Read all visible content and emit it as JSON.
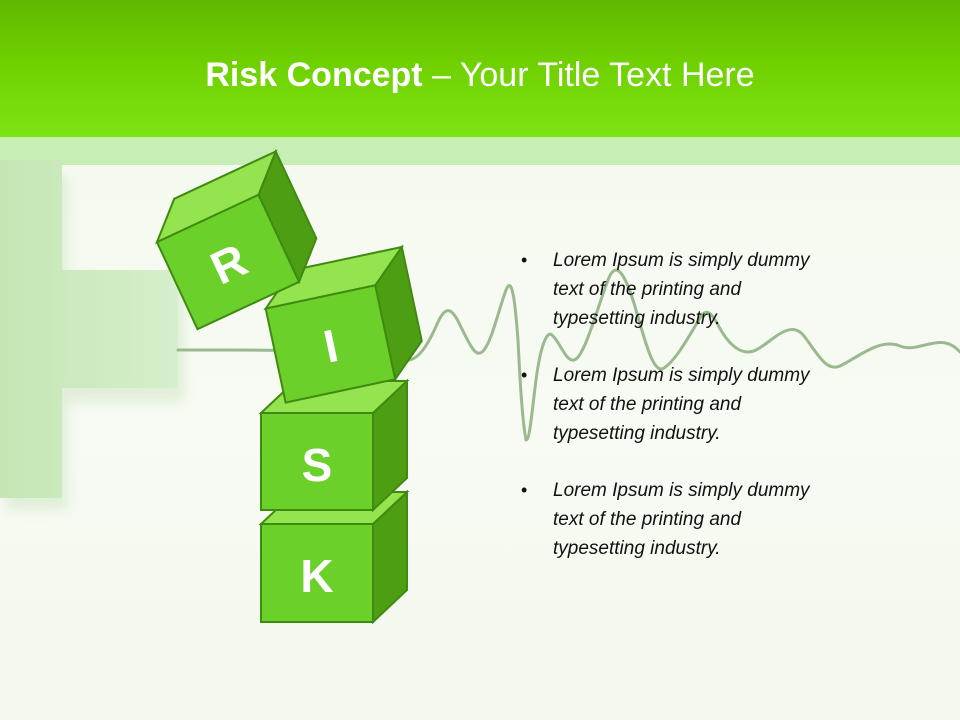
{
  "slide": {
    "title_strong": "Risk Concept",
    "title_rest": " – Your Title Text Here",
    "cubes": {
      "letter_r": "R",
      "letter_i": "I",
      "letter_s": "S",
      "letter_k": "K"
    },
    "bullets": [
      {
        "marker": "•",
        "text": "Lorem Ipsum is simply dummy text of the printing and typesetting industry."
      },
      {
        "marker": "•",
        "text": "Lorem Ipsum is simply dummy text of the printing and typesetting industry."
      },
      {
        "marker": "•",
        "text": "Lorem Ipsum is simply dummy text of the printing and typesetting industry."
      }
    ]
  },
  "colors": {
    "header_top": "#5fb800",
    "header_bottom": "#7ee313",
    "band": "#c6eeb5",
    "cube_front": "#6bd12a",
    "cube_top": "#93e44e",
    "cube_side": "#4e9e14",
    "cube_edge": "#3f8a10",
    "heartbeat": "#9bb98e",
    "cross": "#cde9c0"
  },
  "icons": {
    "medical_cross": "medical-cross-icon",
    "heartbeat": "heartbeat-line-icon"
  }
}
